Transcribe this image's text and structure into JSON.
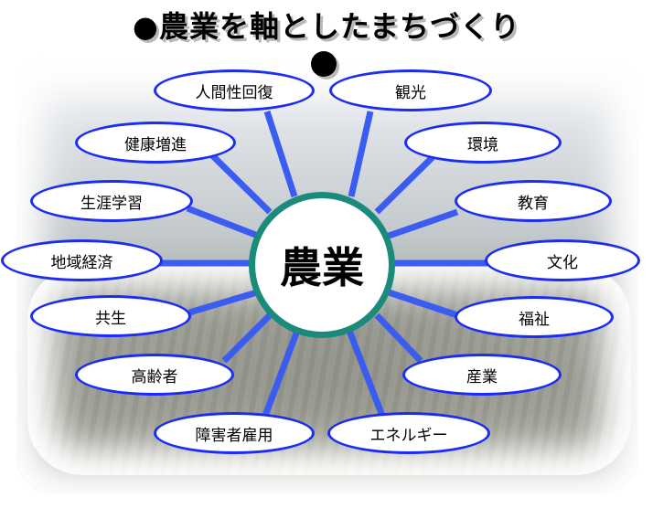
{
  "title": "●農業を軸としたまちづくり",
  "center_label": "農業",
  "colors": {
    "spoke": "#3a5cf0",
    "node_border": "#1c2cf0",
    "center_border": "#1a8a7a"
  },
  "nodes": [
    "人間性回復",
    "観光",
    "健康増進",
    "環境",
    "生涯学習",
    "教育",
    "地域経済",
    "文化",
    "共生",
    "福祉",
    "高齢者",
    "産業",
    "障害者雇用",
    "エネルギー"
  ]
}
